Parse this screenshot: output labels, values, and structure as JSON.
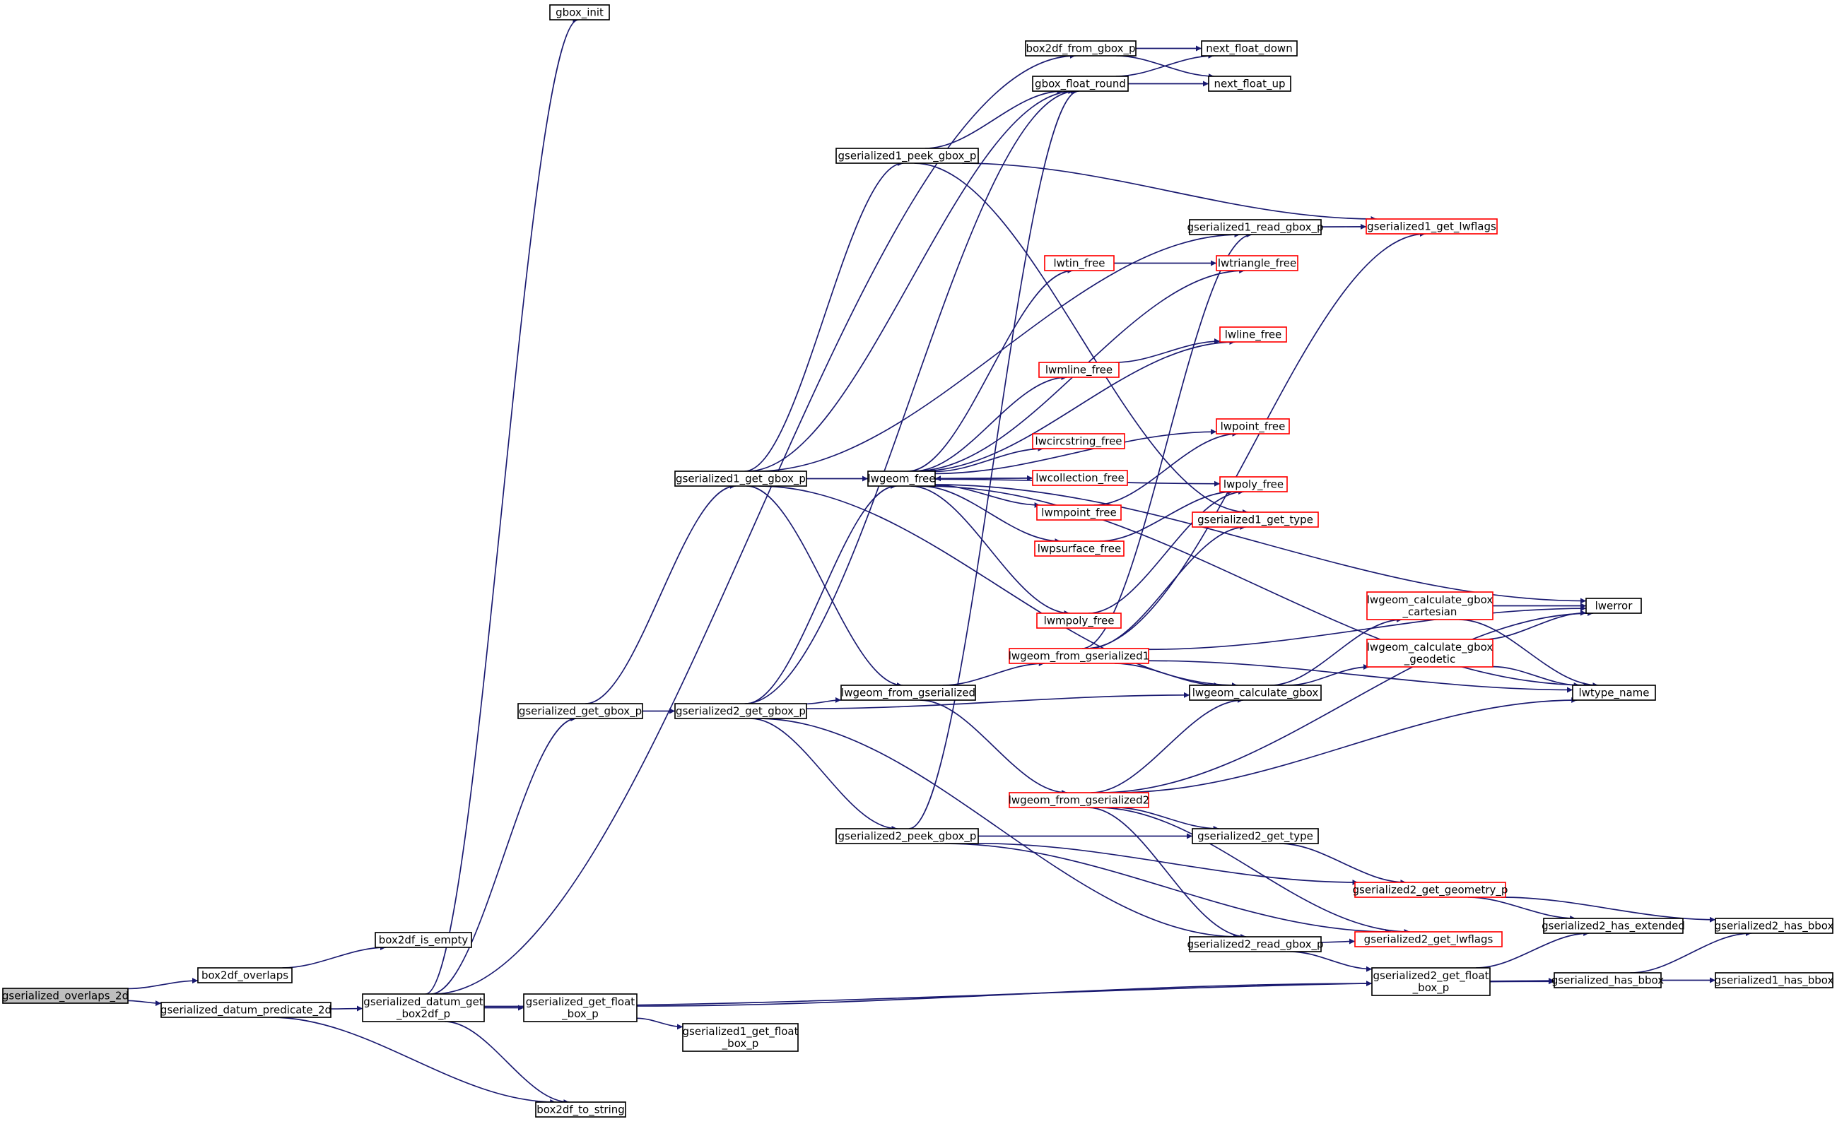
{
  "colors": {
    "edge": "#191970",
    "root_fill": "#bfbfbf",
    "node_fill": "#ffffff",
    "node_border_plain": "#000000",
    "node_border_truncated": "#ff0000"
  },
  "nodes": {
    "gserialized_overlaps_2d": {
      "lines": [
        "gserialized_overlaps_2d"
      ],
      "style": "root"
    },
    "box2df_overlaps": {
      "lines": [
        "box2df_overlaps"
      ],
      "style": "plain"
    },
    "gserialized_datum_predicate_2d": {
      "lines": [
        "gserialized_datum_predicate_2d"
      ],
      "style": "plain"
    },
    "box2df_is_empty": {
      "lines": [
        "box2df_is_empty"
      ],
      "style": "plain"
    },
    "gserialized_datum_get_box2df_p": {
      "lines": [
        "gserialized_datum_get",
        "_box2df_p"
      ],
      "style": "plain"
    },
    "box2df_to_string": {
      "lines": [
        "box2df_to_string"
      ],
      "style": "plain"
    },
    "gbox_init": {
      "lines": [
        "gbox_init"
      ],
      "style": "plain"
    },
    "gserialized_get_gbox_p": {
      "lines": [
        "gserialized_get_gbox_p"
      ],
      "style": "plain"
    },
    "gserialized_get_float_box_p": {
      "lines": [
        "gserialized_get_float",
        "_box_p"
      ],
      "style": "plain"
    },
    "gserialized1_get_float_box_p": {
      "lines": [
        "gserialized1_get_float",
        "_box_p"
      ],
      "style": "plain"
    },
    "gserialized1_get_gbox_p": {
      "lines": [
        "gserialized1_get_gbox_p"
      ],
      "style": "plain"
    },
    "gserialized2_get_gbox_p": {
      "lines": [
        "gserialized2_get_gbox_p"
      ],
      "style": "plain"
    },
    "gserialized1_peek_gbox_p": {
      "lines": [
        "gserialized1_peek_gbox_p"
      ],
      "style": "plain"
    },
    "lwgeom_free": {
      "lines": [
        "lwgeom_free"
      ],
      "style": "plain"
    },
    "lwgeom_from_gserialized": {
      "lines": [
        "lwgeom_from_gserialized"
      ],
      "style": "plain"
    },
    "gserialized2_peek_gbox_p": {
      "lines": [
        "gserialized2_peek_gbox_p"
      ],
      "style": "plain"
    },
    "box2df_from_gbox_p": {
      "lines": [
        "box2df_from_gbox_p"
      ],
      "style": "plain"
    },
    "gbox_float_round": {
      "lines": [
        "gbox_float_round"
      ],
      "style": "plain"
    },
    "lwtin_free": {
      "lines": [
        "lwtin_free"
      ],
      "style": "truncated"
    },
    "lwmline_free": {
      "lines": [
        "lwmline_free"
      ],
      "style": "truncated"
    },
    "lwcircstring_free": {
      "lines": [
        "lwcircstring_free"
      ],
      "style": "truncated"
    },
    "lwcollection_free": {
      "lines": [
        "lwcollection_free"
      ],
      "style": "truncated"
    },
    "lwmpoint_free": {
      "lines": [
        "lwmpoint_free"
      ],
      "style": "truncated"
    },
    "lwpsurface_free": {
      "lines": [
        "lwpsurface_free"
      ],
      "style": "truncated"
    },
    "lwmpoly_free": {
      "lines": [
        "lwmpoly_free"
      ],
      "style": "truncated"
    },
    "lwgeom_from_gserialized1": {
      "lines": [
        "lwgeom_from_gserialized1"
      ],
      "style": "truncated"
    },
    "lwgeom_from_gserialized2": {
      "lines": [
        "lwgeom_from_gserialized2"
      ],
      "style": "truncated"
    },
    "next_float_down": {
      "lines": [
        "next_float_down"
      ],
      "style": "plain"
    },
    "next_float_up": {
      "lines": [
        "next_float_up"
      ],
      "style": "plain"
    },
    "gserialized1_read_gbox_p": {
      "lines": [
        "gserialized1_read_gbox_p"
      ],
      "style": "plain"
    },
    "lwtriangle_free": {
      "lines": [
        "lwtriangle_free"
      ],
      "style": "truncated"
    },
    "lwline_free": {
      "lines": [
        "lwline_free"
      ],
      "style": "truncated"
    },
    "lwpoint_free": {
      "lines": [
        "lwpoint_free"
      ],
      "style": "truncated"
    },
    "lwpoly_free": {
      "lines": [
        "lwpoly_free"
      ],
      "style": "truncated"
    },
    "gserialized1_get_type": {
      "lines": [
        "gserialized1_get_type"
      ],
      "style": "truncated"
    },
    "lwgeom_calculate_gbox": {
      "lines": [
        "lwgeom_calculate_gbox"
      ],
      "style": "plain"
    },
    "gserialized2_get_type": {
      "lines": [
        "gserialized2_get_type"
      ],
      "style": "plain"
    },
    "gserialized2_read_gbox_p": {
      "lines": [
        "gserialized2_read_gbox_p"
      ],
      "style": "plain"
    },
    "gserialized1_get_lwflags": {
      "lines": [
        "gserialized1_get_lwflags"
      ],
      "style": "truncated"
    },
    "lwgeom_calculate_gbox_cartesian": {
      "lines": [
        "lwgeom_calculate_gbox",
        "_cartesian"
      ],
      "style": "truncated"
    },
    "lwgeom_calculate_gbox_geodetic": {
      "lines": [
        "lwgeom_calculate_gbox",
        "_geodetic"
      ],
      "style": "truncated"
    },
    "gserialized2_get_geometry_p": {
      "lines": [
        "gserialized2_get_geometry_p"
      ],
      "style": "truncated"
    },
    "gserialized2_get_lwflags": {
      "lines": [
        "gserialized2_get_lwflags"
      ],
      "style": "truncated"
    },
    "gserialized2_get_float_box_p": {
      "lines": [
        "gserialized2_get_float",
        "_box_p"
      ],
      "style": "plain"
    },
    "gserialized2_has_extended": {
      "lines": [
        "gserialized2_has_extended"
      ],
      "style": "plain"
    },
    "lwerror": {
      "lines": [
        "lwerror"
      ],
      "style": "plain"
    },
    "lwtype_name": {
      "lines": [
        "lwtype_name"
      ],
      "style": "plain"
    },
    "gserialized_has_bbox": {
      "lines": [
        "gserialized_has_bbox"
      ],
      "style": "plain"
    },
    "gserialized2_has_bbox": {
      "lines": [
        "gserialized2_has_bbox"
      ],
      "style": "plain"
    },
    "gserialized1_has_bbox": {
      "lines": [
        "gserialized1_has_bbox"
      ],
      "style": "plain"
    }
  },
  "edges": [
    [
      "gserialized_overlaps_2d",
      "box2df_overlaps"
    ],
    [
      "gserialized_overlaps_2d",
      "gserialized_datum_predicate_2d"
    ],
    [
      "box2df_overlaps",
      "box2df_is_empty"
    ],
    [
      "gserialized_datum_predicate_2d",
      "gserialized_datum_get_box2df_p"
    ],
    [
      "gserialized_datum_predicate_2d",
      "box2df_to_string"
    ],
    [
      "gserialized_datum_get_box2df_p",
      "gbox_init"
    ],
    [
      "gserialized_datum_get_box2df_p",
      "box2df_from_gbox_p"
    ],
    [
      "gserialized_datum_get_box2df_p",
      "gserialized_get_gbox_p"
    ],
    [
      "gserialized_datum_get_box2df_p",
      "gserialized_get_float_box_p"
    ],
    [
      "gserialized_datum_get_box2df_p",
      "box2df_to_string"
    ],
    [
      "gserialized_datum_get_box2df_p",
      "gserialized_has_bbox"
    ],
    [
      "gserialized_get_gbox_p",
      "gserialized1_get_gbox_p"
    ],
    [
      "gserialized_get_gbox_p",
      "gserialized2_get_gbox_p"
    ],
    [
      "gserialized_get_float_box_p",
      "gserialized1_get_float_box_p"
    ],
    [
      "gserialized_get_float_box_p",
      "gserialized2_get_float_box_p"
    ],
    [
      "gserialized1_get_gbox_p",
      "gbox_float_round"
    ],
    [
      "gserialized1_get_gbox_p",
      "gserialized1_peek_gbox_p"
    ],
    [
      "gserialized1_get_gbox_p",
      "gserialized1_read_gbox_p"
    ],
    [
      "gserialized1_get_gbox_p",
      "lwgeom_free"
    ],
    [
      "gserialized1_get_gbox_p",
      "lwgeom_from_gserialized"
    ],
    [
      "gserialized1_get_gbox_p",
      "lwgeom_calculate_gbox"
    ],
    [
      "gserialized2_get_gbox_p",
      "gbox_float_round"
    ],
    [
      "gserialized2_get_gbox_p",
      "lwgeom_free"
    ],
    [
      "gserialized2_get_gbox_p",
      "lwgeom_from_gserialized"
    ],
    [
      "gserialized2_get_gbox_p",
      "lwgeom_calculate_gbox"
    ],
    [
      "gserialized2_get_gbox_p",
      "gserialized2_peek_gbox_p"
    ],
    [
      "gserialized2_get_gbox_p",
      "gserialized2_read_gbox_p"
    ],
    [
      "gserialized1_peek_gbox_p",
      "gbox_float_round"
    ],
    [
      "gserialized1_peek_gbox_p",
      "gserialized1_get_lwflags"
    ],
    [
      "gserialized1_peek_gbox_p",
      "gserialized1_get_type"
    ],
    [
      "gserialized2_peek_gbox_p",
      "gbox_float_round"
    ],
    [
      "gserialized2_peek_gbox_p",
      "gserialized2_get_type"
    ],
    [
      "gserialized2_peek_gbox_p",
      "gserialized2_get_geometry_p"
    ],
    [
      "gserialized2_peek_gbox_p",
      "gserialized2_get_lwflags"
    ],
    [
      "box2df_from_gbox_p",
      "next_float_down"
    ],
    [
      "box2df_from_gbox_p",
      "next_float_up"
    ],
    [
      "gbox_float_round",
      "next_float_down"
    ],
    [
      "gbox_float_round",
      "next_float_up"
    ],
    [
      "lwgeom_free",
      "lwtin_free"
    ],
    [
      "lwgeom_free",
      "lwmline_free"
    ],
    [
      "lwgeom_free",
      "lwcircstring_free"
    ],
    [
      "lwgeom_free",
      "lwcollection_free"
    ],
    [
      "lwgeom_free",
      "lwmpoint_free"
    ],
    [
      "lwgeom_free",
      "lwpsurface_free"
    ],
    [
      "lwgeom_free",
      "lwmpoly_free"
    ],
    [
      "lwgeom_free",
      "lwtriangle_free"
    ],
    [
      "lwgeom_free",
      "lwline_free"
    ],
    [
      "lwgeom_free",
      "lwpoint_free"
    ],
    [
      "lwgeom_free",
      "lwpoly_free"
    ],
    [
      "lwgeom_free",
      "lwerror"
    ],
    [
      "lwgeom_free",
      "lwtype_name"
    ],
    [
      "lwcollection_free",
      "lwgeom_free"
    ],
    [
      "lwtin_free",
      "lwtriangle_free"
    ],
    [
      "lwmline_free",
      "lwline_free"
    ],
    [
      "lwmpoint_free",
      "lwpoint_free"
    ],
    [
      "lwpsurface_free",
      "lwpoly_free"
    ],
    [
      "lwmpoly_free",
      "lwpoly_free"
    ],
    [
      "lwgeom_from_gserialized",
      "lwgeom_from_gserialized1"
    ],
    [
      "lwgeom_from_gserialized",
      "lwgeom_from_gserialized2"
    ],
    [
      "lwgeom_from_gserialized1",
      "gserialized1_read_gbox_p"
    ],
    [
      "lwgeom_from_gserialized1",
      "gserialized1_get_type"
    ],
    [
      "lwgeom_from_gserialized1",
      "gserialized1_get_lwflags"
    ],
    [
      "lwgeom_from_gserialized1",
      "lwgeom_calculate_gbox"
    ],
    [
      "lwgeom_from_gserialized1",
      "lwerror"
    ],
    [
      "lwgeom_from_gserialized1",
      "lwtype_name"
    ],
    [
      "lwgeom_from_gserialized2",
      "lwgeom_calculate_gbox"
    ],
    [
      "lwgeom_from_gserialized2",
      "lwerror"
    ],
    [
      "lwgeom_from_gserialized2",
      "lwtype_name"
    ],
    [
      "lwgeom_from_gserialized2",
      "gserialized2_get_type"
    ],
    [
      "lwgeom_from_gserialized2",
      "gserialized2_read_gbox_p"
    ],
    [
      "lwgeom_from_gserialized2",
      "gserialized2_get_lwflags"
    ],
    [
      "gserialized1_read_gbox_p",
      "gserialized1_get_lwflags"
    ],
    [
      "lwgeom_calculate_gbox",
      "lwgeom_calculate_gbox_cartesian"
    ],
    [
      "lwgeom_calculate_gbox",
      "lwgeom_calculate_gbox_geodetic"
    ],
    [
      "lwgeom_calculate_gbox_cartesian",
      "lwerror"
    ],
    [
      "lwgeom_calculate_gbox_cartesian",
      "lwtype_name"
    ],
    [
      "lwgeom_calculate_gbox_geodetic",
      "lwerror"
    ],
    [
      "lwgeom_calculate_gbox_geodetic",
      "lwtype_name"
    ],
    [
      "gserialized2_get_type",
      "gserialized2_get_geometry_p"
    ],
    [
      "gserialized2_read_gbox_p",
      "gserialized2_get_lwflags"
    ],
    [
      "gserialized2_read_gbox_p",
      "gserialized2_get_float_box_p"
    ],
    [
      "gserialized2_get_geometry_p",
      "gserialized2_has_extended"
    ],
    [
      "gserialized2_get_geometry_p",
      "gserialized2_has_bbox"
    ],
    [
      "gserialized2_get_float_box_p",
      "gserialized2_has_extended"
    ],
    [
      "gserialized2_get_float_box_p",
      "gserialized_has_bbox"
    ],
    [
      "gserialized_has_bbox",
      "gserialized2_has_bbox"
    ],
    [
      "gserialized_has_bbox",
      "gserialized1_has_bbox"
    ]
  ]
}
